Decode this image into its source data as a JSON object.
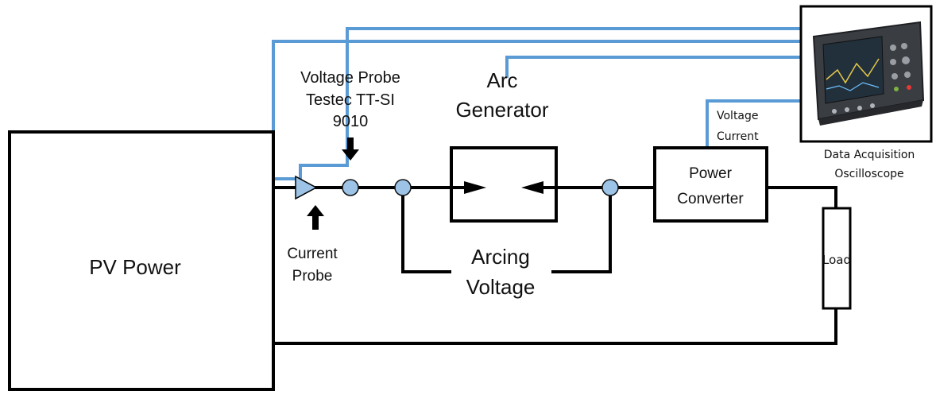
{
  "labels": {
    "pv_power": "PV Power",
    "voltage_probe": [
      "Voltage Probe",
      "Testec TT-SI",
      "9010"
    ],
    "arc_generator": [
      "Arc",
      "Generator"
    ],
    "current_probe": [
      "Current",
      "Probe"
    ],
    "arcing_voltage": [
      "Arcing",
      "Voltage"
    ],
    "power_converter": [
      "Power",
      "Converter"
    ],
    "load": "Load",
    "signal_labels": [
      "Voltage",
      "Current"
    ],
    "daq": [
      "Data Acquisition",
      "Oscilloscope"
    ]
  },
  "colors": {
    "wire": "#000000",
    "signal_line": "#5b9bd5",
    "node_fill": "#9dc3e6",
    "probe_fill": "#9dc3e6"
  },
  "icons": {
    "oscilloscope": "oscilloscope-icon",
    "arrow": "down-arrow-icon"
  }
}
